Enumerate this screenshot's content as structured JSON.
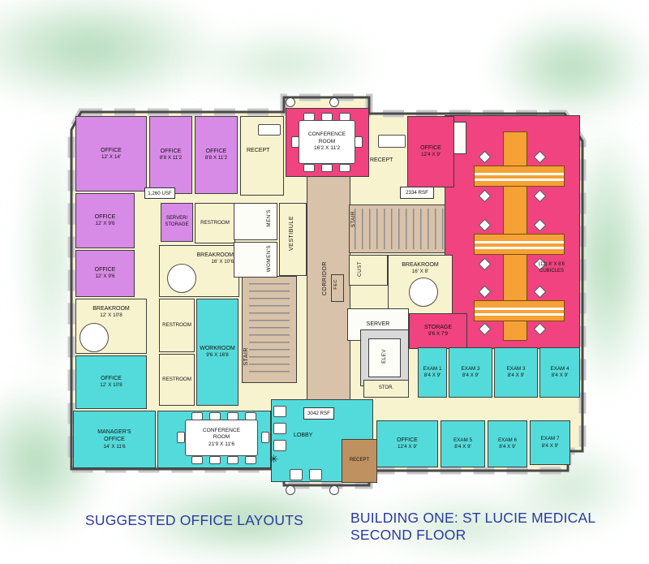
{
  "captions": {
    "left": "SUGGESTED OFFICE LAYOUTS",
    "right_line1": "BUILDING ONE: ST LUCIE MEDICAL",
    "right_line2": "SECOND FLOOR"
  },
  "labels": {
    "usf": "1,260 USF",
    "rsf_ne": "2334 RSF",
    "rsf_lobby": "3042 RSF",
    "cubicles_line1": "(12) 8' X 6'6",
    "cubicles_line2": "CUBICLES"
  },
  "rooms": {
    "office_12x14": {
      "name": "OFFICE",
      "dims": "12' X 14'"
    },
    "office_8x11_a": {
      "name": "OFFICE",
      "dims": "8'8 X 11'2"
    },
    "office_8x11_b": {
      "name": "OFFICE",
      "dims": "8'8 X 11'2"
    },
    "recept_nw": {
      "name": "RECEPT"
    },
    "office_12x96_a": {
      "name": "OFFICE",
      "dims": "12' X 9'6"
    },
    "office_12x96_b": {
      "name": "OFFICE",
      "dims": "12' X 9'6"
    },
    "server_storage": {
      "name": "SERVER/",
      "dims": "STORAGE"
    },
    "restroom_n": {
      "name": "RESTROOM"
    },
    "breakroom_16x106": {
      "name": "BREAKROOM",
      "dims": "16' X 10'6"
    },
    "breakroom_12x108": {
      "name": "BREAKROOM",
      "dims": "12' X 10'8"
    },
    "restroom_a": {
      "name": "RESTROOM"
    },
    "restroom_b": {
      "name": "RESTROOM"
    },
    "workroom": {
      "name": "WORKROOM",
      "dims": "9'6 X 16'8"
    },
    "office_12x108": {
      "name": "OFFICE",
      "dims": "12' X 10'8"
    },
    "managers_office": {
      "name": "MANAGER'S",
      "name2": "OFFICE",
      "dims": "14' X 11'6"
    },
    "conference_s": {
      "name": "CONFERENCE",
      "name2": "ROOM",
      "dims": "21'9 X 11'6"
    },
    "mens": {
      "name": "MEN'S"
    },
    "womens": {
      "name": "WOMEN'S"
    },
    "vestibule": {
      "name": "VESTIBULE"
    },
    "stair_w": {
      "name": "STAIR"
    },
    "corridor": {
      "name": "CORRIDOR"
    },
    "conference_n": {
      "name": "CONFERENCE",
      "name2": "ROOM",
      "dims": "16'2 X 11'2"
    },
    "recept_n": {
      "name": "RECEPT"
    },
    "office_ne": {
      "name": "OFFICE",
      "dims": "12'4 X 9'"
    },
    "stair_e": {
      "name": "STAIR"
    },
    "cust": {
      "name": "CUST"
    },
    "fec": {
      "name": "FEC"
    },
    "breakroom_16x8": {
      "name": "BREAKROOM",
      "dims": "16' X 8'"
    },
    "server": {
      "name": "SERVER"
    },
    "storage": {
      "name": "STORAGE",
      "dims": "9'6 X 7'9"
    },
    "elev": {
      "name": "ELEV"
    },
    "stor": {
      "name": "STOR."
    },
    "exam1": {
      "name": "EXAM 1",
      "dims": "8'4 X 9'"
    },
    "exam3a": {
      "name": "EXAM 3",
      "dims": "8'4 X 9'"
    },
    "exam3b": {
      "name": "EXAM 3",
      "dims": "8'4 X 9'"
    },
    "exam4": {
      "name": "EXAM 4",
      "dims": "8'4 X 9'"
    },
    "office_s": {
      "name": "OFFICE",
      "dims": "12'4 X 9'"
    },
    "exam5": {
      "name": "EXAM 5",
      "dims": "8'4 X 9'"
    },
    "exam6": {
      "name": "EXAM 6",
      "dims": "8'4 X 9'"
    },
    "exam7": {
      "name": "EXAM 7",
      "dims": "8'4 X 9'"
    },
    "recept_s": {
      "name": "RECEPT"
    },
    "lobby": {
      "name": "LOBBY"
    }
  },
  "colors": {
    "office_purple": "#d78ae6",
    "suite_cyan": "#53dbdb",
    "open_office_pink": "#f0437f",
    "cubicle_orange": "#f5a136",
    "corridor_tan": "#d8c2a9",
    "room_cream": "#f8f3cf",
    "caption_blue": "#2b3b9e",
    "landscape_green": "#9ecda6"
  }
}
